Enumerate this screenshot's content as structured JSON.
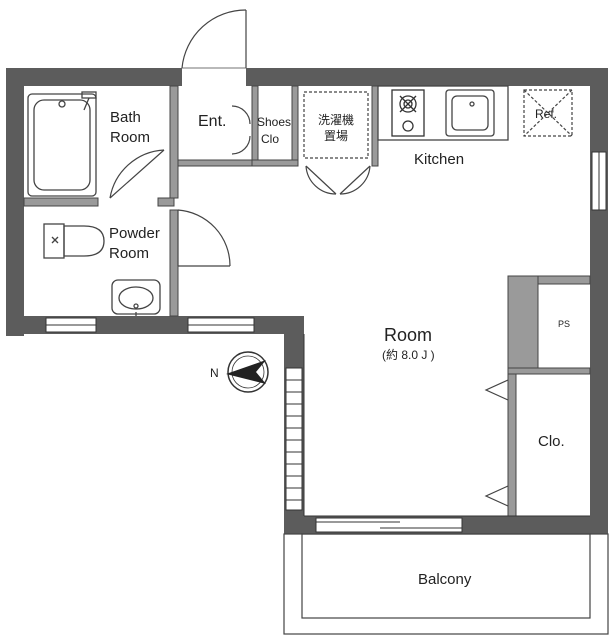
{
  "rooms": {
    "bath_line1": "Bath",
    "bath_line2": "Room",
    "entrance": "Ent.",
    "shoes_line1": "Shoes",
    "shoes_line2": "Clo",
    "washer_line1": "洗濯機",
    "washer_line2": "置場",
    "refrigerator": "Ref.",
    "kitchen": "Kitchen",
    "powder_line1": "Powder",
    "powder_line2": "Room",
    "room": "Room",
    "room_size": "(約 8.0 J )",
    "pipe_space": "PS",
    "closet": "Clo.",
    "balcony": "Balcony"
  },
  "compass": {
    "north": "N"
  },
  "colors": {
    "wall": "#5c5c5c",
    "wall_light": "#9a9a9a",
    "line": "#333333",
    "paper": "#ffffff"
  }
}
